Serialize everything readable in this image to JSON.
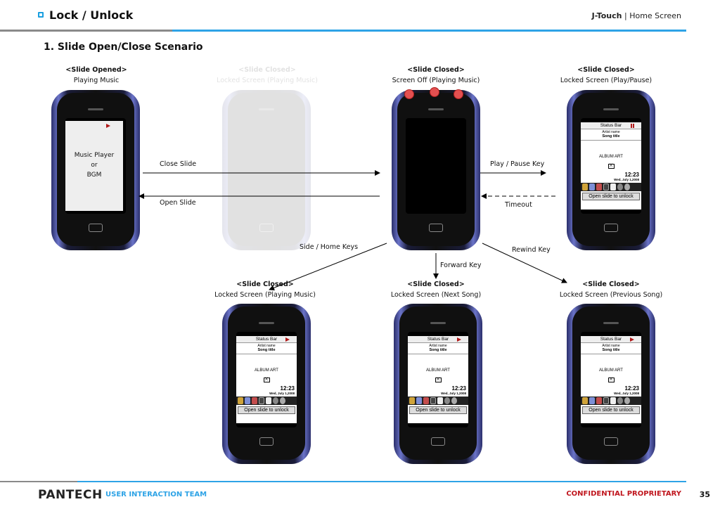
{
  "header": {
    "title": "Lock / Unlock",
    "product": "J-Touch",
    "separator": "|",
    "screen": "Home Screen"
  },
  "section_title": "1. Slide Open/Close Scenario",
  "captions": {
    "p1": {
      "state": "<Slide Opened>",
      "desc": "Playing Music"
    },
    "p2": {
      "state": "<Slide Closed>",
      "desc": "Locked Screen (Playing Music)"
    },
    "p3": {
      "state": "<Slide Closed>",
      "desc": "Screen Off (Playing Music)"
    },
    "p4": {
      "state": "<Slide Closed>",
      "desc": "Locked Screen (Play/Pause)"
    },
    "p5": {
      "state": "<Slide Closed>",
      "desc": "Locked Screen (Playing Music)"
    },
    "p6": {
      "state": "<Slide Closed>",
      "desc": "Locked Screen (Next Song)"
    },
    "p7": {
      "state": "<Slide Closed>",
      "desc": "Locked Screen (Previous Song)"
    }
  },
  "music_box": {
    "line1": "Music Player",
    "line2": "or",
    "line3": "BGM"
  },
  "lock_screen": {
    "status_bar": "Status Bar",
    "artist": "Artist name",
    "song": "Song title",
    "album_art": "ALBUM ART",
    "x": "X",
    "time": "12:23",
    "date": "Wed, July 1,2008",
    "unlock": "Open slide to unlock"
  },
  "arrows": {
    "close_slide": "Close Slide",
    "open_slide": "Open Slide",
    "play_pause_key": "Play / Pause Key",
    "timeout": "Timeout",
    "side_home_keys": "Side / Home Keys",
    "forward_key": "Forward Key",
    "rewind_key": "Rewind Key"
  },
  "footer": {
    "logo": "PANTECH",
    "team": "USER INTERACTION TEAM",
    "confidential": "CONFIDENTIAL PROPRIETARY",
    "page": "35"
  }
}
